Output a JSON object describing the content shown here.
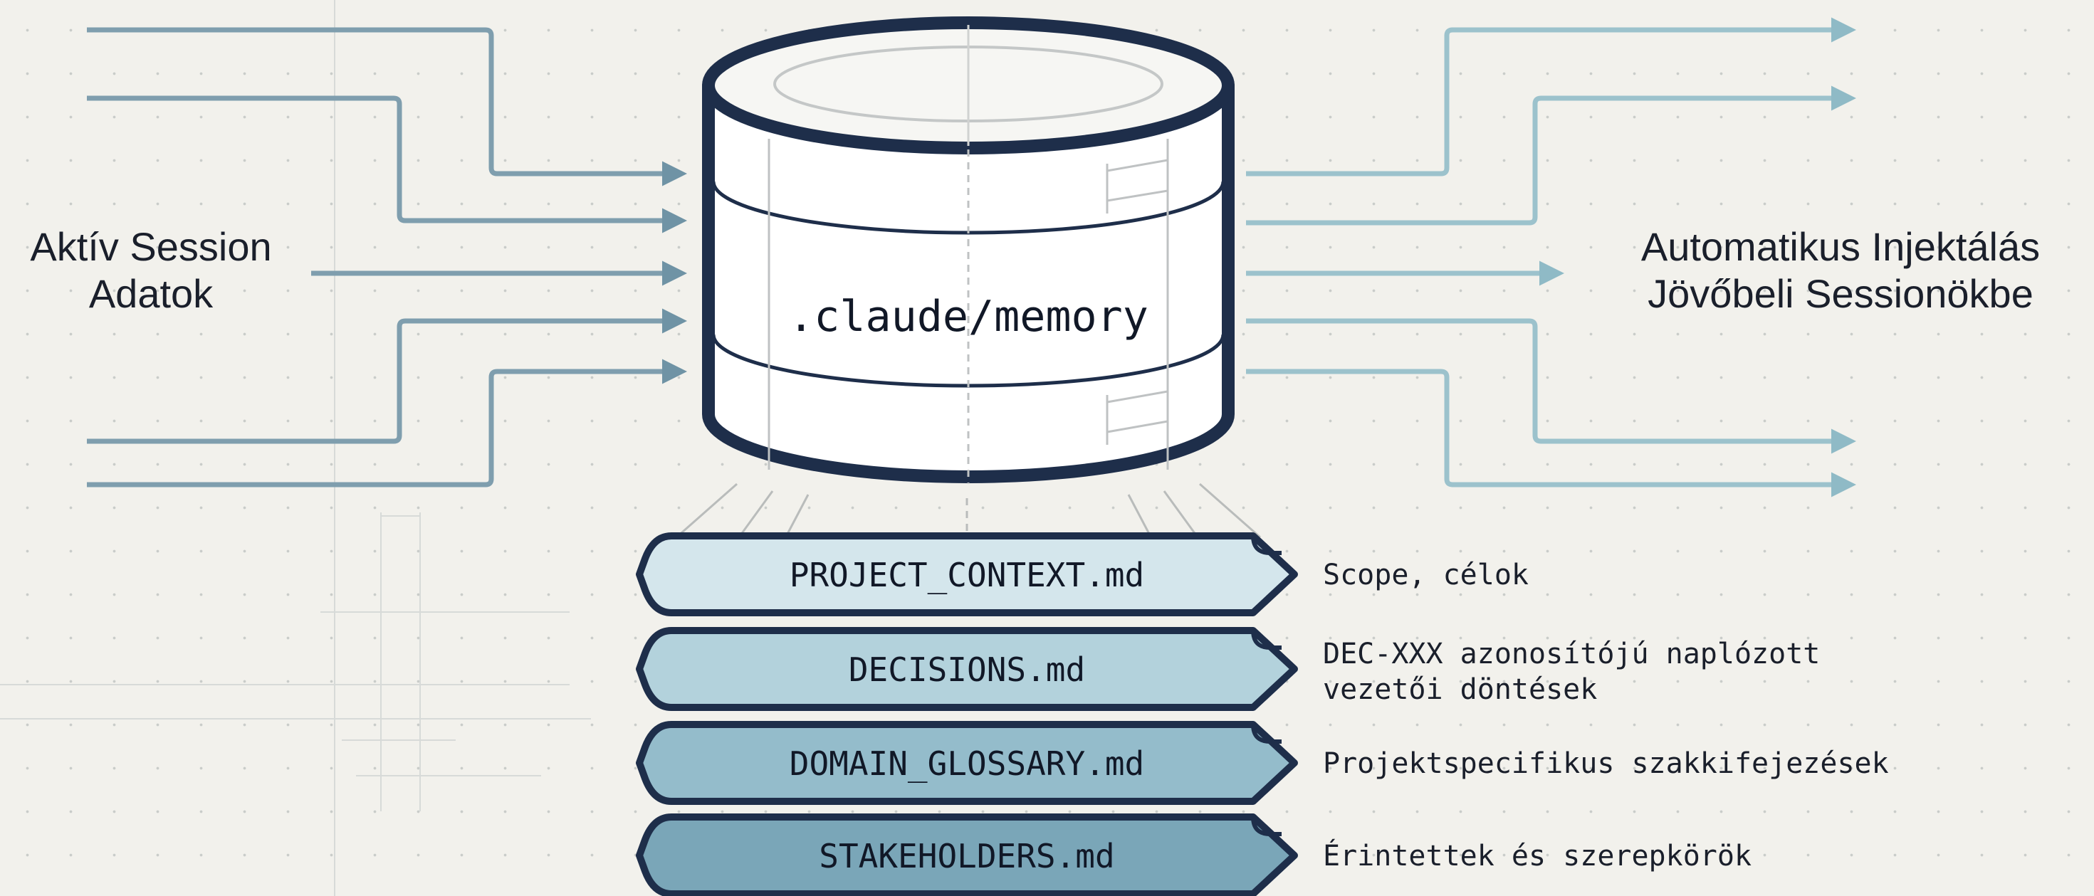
{
  "left_label": {
    "line1": "Aktív Session",
    "line2": "Adatok"
  },
  "right_label": {
    "line1": "Automatikus Injektálás",
    "line2": "Jövőbeli Sessionökbe"
  },
  "database": {
    "label": ".claude/memory"
  },
  "files": [
    {
      "name": "PROJECT_CONTEXT.md",
      "description": [
        "Scope, célok"
      ]
    },
    {
      "name": "DECISIONS.md",
      "description": [
        "DEC-XXX azonosítójú naplózott",
        "vezetői döntések"
      ]
    },
    {
      "name": "DOMAIN_GLOSSARY.md",
      "description": [
        "Projektspecifikus szakkifejezések"
      ]
    },
    {
      "name": "STAKEHOLDERS.md",
      "description": [
        "Érintettek és szerepkörök"
      ]
    }
  ],
  "colors": {
    "background": "#f2f1ec",
    "outline": "#1e2e4a",
    "input_arrow": "#7f9eae",
    "output_arrow": "#9cc2cc",
    "file_fills": [
      "#d4e6ec",
      "#b3d2dc",
      "#94bccb",
      "#7aa6b8"
    ]
  }
}
